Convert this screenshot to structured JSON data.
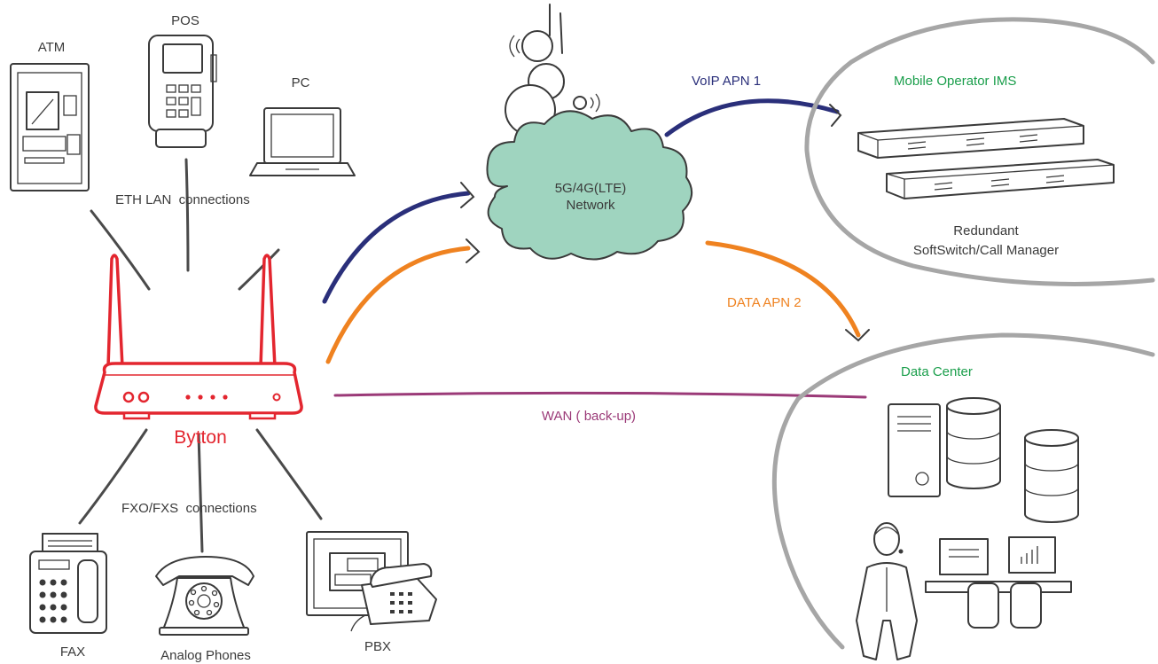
{
  "devices": {
    "atm": "ATM",
    "pos": "POS",
    "pc": "PC",
    "fax": "FAX",
    "analog": "Analog Phones",
    "pbx": "PBX"
  },
  "connections": {
    "eth": "ETH LAN  connections",
    "fxo": "FXO/FXS  connections"
  },
  "router": {
    "name": "Bytton"
  },
  "network": {
    "line1": "5G/4G(LTE)",
    "line2": "Network"
  },
  "links": {
    "voip": "VoIP APN 1",
    "data": "DATA APN 2",
    "wan": "WAN ( back-up)"
  },
  "ims": {
    "title": "Mobile Operator IMS",
    "caption1": "Redundant",
    "caption2": "SoftSwitch/Call Manager"
  },
  "datacenter": {
    "title": "Data Center"
  },
  "colors": {
    "router": "#e3262f",
    "voip": "#2a2f7a",
    "data": "#ef8220",
    "wan": "#9b3a78",
    "green": "#1a9e4b",
    "cloud": "#9fd4bf"
  }
}
